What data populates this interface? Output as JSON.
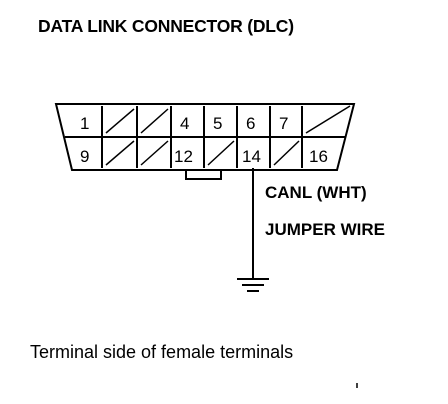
{
  "title": "DATA LINK CONNECTOR (DLC)",
  "wire_color_label": "CANL (WHT)",
  "wire_label": "JUMPER WIRE",
  "caption": "Terminal side of female terminals",
  "terminals": {
    "top_row": [
      "1",
      "",
      "",
      "4",
      "5",
      "6",
      "7",
      ""
    ],
    "bottom_row": [
      "9",
      "",
      "",
      "12",
      "",
      "14",
      "",
      "16"
    ]
  }
}
